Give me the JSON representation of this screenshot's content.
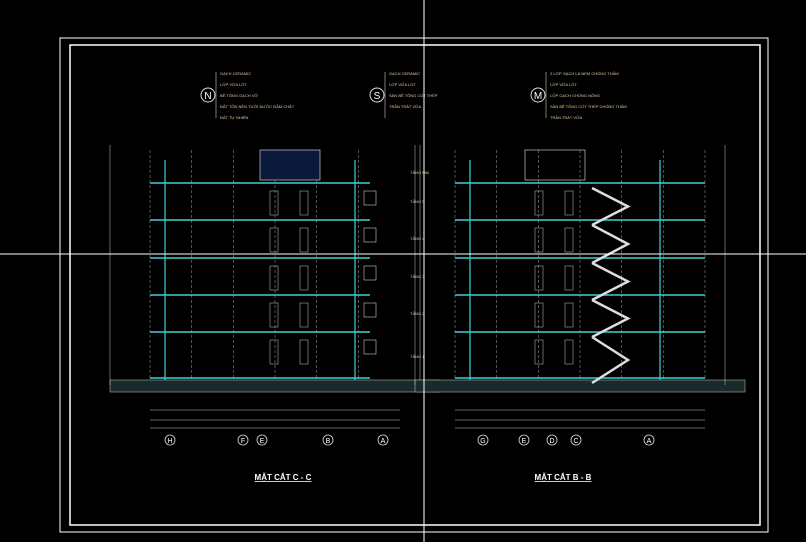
{
  "colors": {
    "background": "#000000",
    "frame": "#ffffff",
    "structure": "#3fd0d8",
    "lines": "#c8c8c8",
    "text": "#e8c9a0",
    "crosshair": "#ffffff"
  },
  "legends": [
    {
      "symbol": "N",
      "items": [
        "GẠCH CERAMIC",
        "LỚP VỮA LÓT",
        "BÊ TÔNG GẠCH VỠ",
        "ĐẤT TÔN NỀN TƯỚI NƯỚC ĐẦM CHẶT",
        "ĐẤT TỰ NHIÊN"
      ]
    },
    {
      "symbol": "S",
      "items": [
        "GẠCH CERAMIC",
        "LỚP VỮA LÓT",
        "SÀN BÊ TÔNG CỐT THÉP",
        "TRẦN TRÁT VỮA"
      ]
    },
    {
      "symbol": "M",
      "items": [
        "2 LỚP GẠCH LÁ NEM CHỐNG THẤM",
        "LỚP VỮA LÓT",
        "LỚP GẠCH CHỐNG NÓNG",
        "SÀN BÊ TÔNG CỐT THÉP CHỐNG THẤM",
        "TRẦN TRÁT VỮA"
      ]
    }
  ],
  "floor_labels": [
    "TẦNG MÁI",
    "TẦNG 5",
    "TẦNG 4",
    "TẦNG 3",
    "TẦNG 2",
    "TẦNG 1"
  ],
  "sections": [
    {
      "title": "MẶT CẮT C - C",
      "axes": [
        "H",
        "F",
        "E",
        "B",
        "A"
      ]
    },
    {
      "title": "MẶT CẮT B - B",
      "axes": [
        "G",
        "E",
        "D",
        "C",
        "A"
      ]
    }
  ]
}
